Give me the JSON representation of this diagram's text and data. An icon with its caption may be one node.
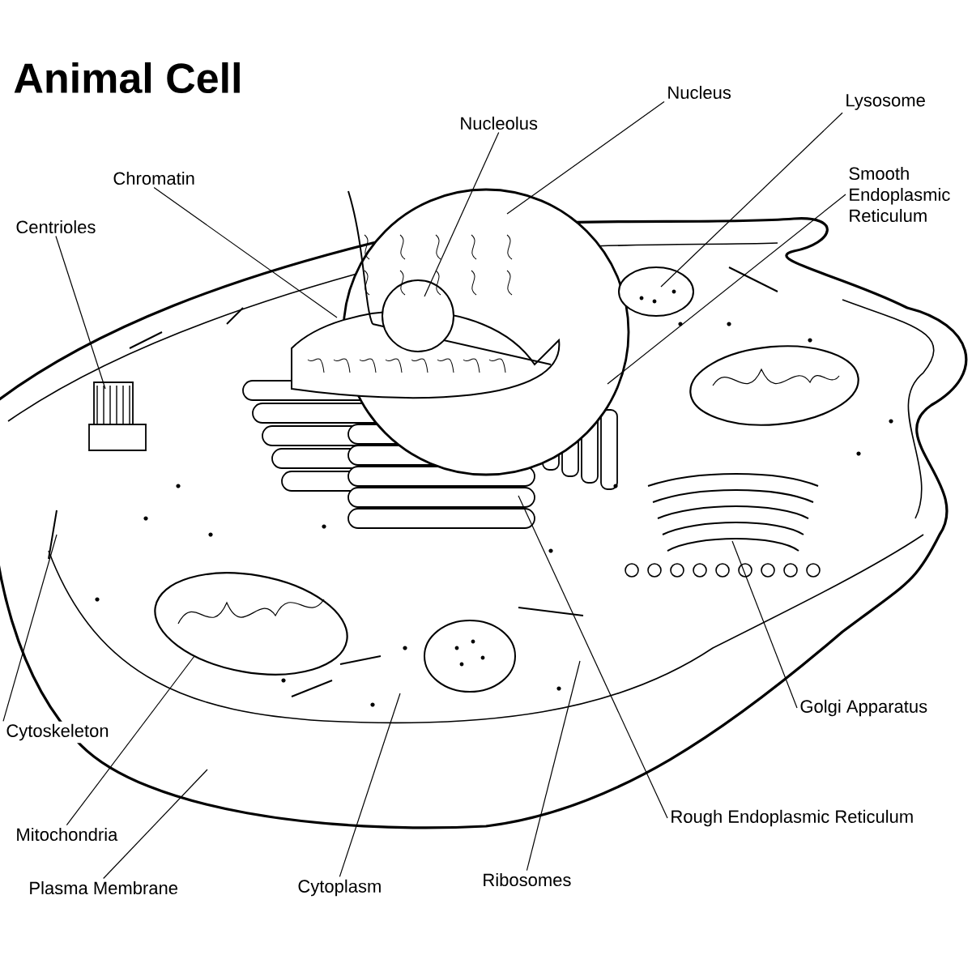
{
  "diagram": {
    "title": "Animal Cell",
    "nodes": [
      {
        "text": [
          "Nucleus"
        ]
      },
      {
        "text": [
          "Lysosome"
        ]
      },
      {
        "text": [
          "Nucleolus"
        ]
      },
      {
        "text": [
          "Chromatin"
        ]
      },
      {
        "text": [
          "Smooth Endoplasmic Reticulum"
        ]
      },
      {
        "text": [
          "Centrioles"
        ]
      },
      {
        "text": [
          "Golgi Apparatus"
        ]
      },
      {
        "text": [
          "Cytoskeleton"
        ]
      },
      {
        "text": [
          "Rough Endoplasmic Reticulum"
        ]
      },
      {
        "text": [
          "Mitochondria"
        ]
      },
      {
        "text": [
          "Ribosomes"
        ]
      },
      {
        "text": [
          "Plasma Membrane"
        ]
      },
      {
        "text": [
          "Cytoplasm"
        ]
      }
    ],
    "edges": [
      {
        "from": 0,
        "to": null,
        "arrow": "none"
      },
      {
        "from": 1,
        "to": null,
        "arrow": "none"
      },
      {
        "from": 2,
        "to": null,
        "arrow": "none"
      },
      {
        "from": 3,
        "to": null,
        "arrow": "none"
      },
      {
        "from": 4,
        "to": null,
        "arrow": "none"
      },
      {
        "from": 5,
        "to": null,
        "arrow": "none"
      },
      {
        "from": 6,
        "to": null,
        "arrow": "none"
      },
      {
        "from": 7,
        "to": null,
        "arrow": "none"
      },
      {
        "from": 8,
        "to": null,
        "arrow": "none"
      },
      {
        "from": 9,
        "to": null,
        "arrow": "none"
      },
      {
        "from": 10,
        "to": null,
        "arrow": "none"
      },
      {
        "from": 11,
        "to": null,
        "arrow": "none"
      },
      {
        "from": 12,
        "to": null,
        "arrow": "none"
      }
    ]
  }
}
